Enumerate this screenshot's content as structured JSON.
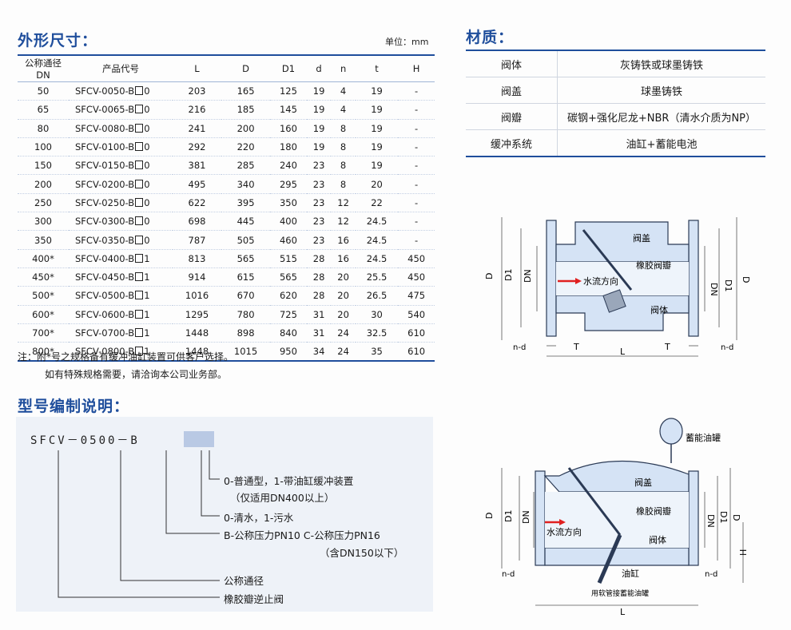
{
  "dimensions": {
    "title": "外形尺寸：",
    "unit": "单位：mm",
    "headers": [
      "公称通径DN",
      "产品代号",
      "L",
      "D",
      "D1",
      "d",
      "n",
      "t",
      "H"
    ],
    "rows": [
      {
        "dn": "50",
        "code_prefix": "SFCV-0050-B",
        "code_suffix": "0",
        "L": "203",
        "D": "165",
        "D1": "125",
        "d": "19",
        "n": "4",
        "t": "19",
        "H": "-"
      },
      {
        "dn": "65",
        "code_prefix": "SFCV-0065-B",
        "code_suffix": "0",
        "L": "216",
        "D": "185",
        "D1": "145",
        "d": "19",
        "n": "4",
        "t": "19",
        "H": "-"
      },
      {
        "dn": "80",
        "code_prefix": "SFCV-0080-B",
        "code_suffix": "0",
        "L": "241",
        "D": "200",
        "D1": "160",
        "d": "19",
        "n": "8",
        "t": "19",
        "H": "-"
      },
      {
        "dn": "100",
        "code_prefix": "SFCV-0100-B",
        "code_suffix": "0",
        "L": "292",
        "D": "220",
        "D1": "180",
        "d": "19",
        "n": "8",
        "t": "19",
        "H": "-"
      },
      {
        "dn": "150",
        "code_prefix": "SFCV-0150-B",
        "code_suffix": "0",
        "L": "381",
        "D": "285",
        "D1": "240",
        "d": "23",
        "n": "8",
        "t": "19",
        "H": "-"
      },
      {
        "dn": "200",
        "code_prefix": "SFCV-0200-B",
        "code_suffix": "0",
        "L": "495",
        "D": "340",
        "D1": "295",
        "d": "23",
        "n": "8",
        "t": "20",
        "H": "-"
      },
      {
        "dn": "250",
        "code_prefix": "SFCV-0250-B",
        "code_suffix": "0",
        "L": "622",
        "D": "395",
        "D1": "350",
        "d": "23",
        "n": "12",
        "t": "22",
        "H": "-"
      },
      {
        "dn": "300",
        "code_prefix": "SFCV-0300-B",
        "code_suffix": "0",
        "L": "698",
        "D": "445",
        "D1": "400",
        "d": "23",
        "n": "12",
        "t": "24.5",
        "H": "-"
      },
      {
        "dn": "350",
        "code_prefix": "SFCV-0350-B",
        "code_suffix": "0",
        "L": "787",
        "D": "505",
        "D1": "460",
        "d": "23",
        "n": "16",
        "t": "24.5",
        "H": "-"
      },
      {
        "dn": "400*",
        "code_prefix": "SFCV-0400-B",
        "code_suffix": "1",
        "L": "813",
        "D": "565",
        "D1": "515",
        "d": "28",
        "n": "16",
        "t": "24.5",
        "H": "450"
      },
      {
        "dn": "450*",
        "code_prefix": "SFCV-0450-B",
        "code_suffix": "1",
        "L": "914",
        "D": "615",
        "D1": "565",
        "d": "28",
        "n": "20",
        "t": "25.5",
        "H": "450"
      },
      {
        "dn": "500*",
        "code_prefix": "SFCV-0500-B",
        "code_suffix": "1",
        "L": "1016",
        "D": "670",
        "D1": "620",
        "d": "28",
        "n": "20",
        "t": "26.5",
        "H": "475"
      },
      {
        "dn": "600*",
        "code_prefix": "SFCV-0600-B",
        "code_suffix": "1",
        "L": "1295",
        "D": "780",
        "D1": "725",
        "d": "31",
        "n": "20",
        "t": "30",
        "H": "540"
      },
      {
        "dn": "700*",
        "code_prefix": "SFCV-0700-B",
        "code_suffix": "1",
        "L": "1448",
        "D": "898",
        "D1": "840",
        "d": "31",
        "n": "24",
        "t": "32.5",
        "H": "610"
      },
      {
        "dn": "800*",
        "code_prefix": "SFCV-0800-B",
        "code_suffix": "1",
        "L": "1448",
        "D": "1015",
        "D1": "950",
        "d": "34",
        "n": "24",
        "t": "35",
        "H": "610"
      }
    ],
    "note_line1": "注：附*号之规格备有缓冲油缸装置可供客户选择。",
    "note_line2": "如有特殊规格需要，请洽询本公司业务部。"
  },
  "materials": {
    "title": "材质：",
    "rows": [
      {
        "part": "阀体",
        "material": "灰铸铁或球墨铸铁"
      },
      {
        "part": "阀盖",
        "material": "球墨铸铁"
      },
      {
        "part": "阀瓣",
        "material": "碳钢+强化尼龙+NBR（清水介质为NP）"
      },
      {
        "part": "缓冲系统",
        "material": "油缸+蓄能电池"
      }
    ]
  },
  "model": {
    "title": "型号编制说明：",
    "code": "SFCV－0500－B",
    "legend": {
      "line1": "0-普通型，1-带油缸缓冲装置",
      "line2": "（仅适用DN400以上）",
      "line3": "0-清水，1-污水",
      "line4": "B-公称压力PN10  C-公称压力PN16",
      "line5": "（含DN150以下）",
      "line6": "公称通径",
      "line7": "橡胶瓣逆止阀"
    }
  },
  "drawing1": {
    "cover": "阀盖",
    "disc": "橡胶阀瓣",
    "flow": "水流方向",
    "body": "阀体",
    "D": "D",
    "D1": "D1",
    "DN": "DN",
    "L": "L",
    "T": "T",
    "nd": "n-d"
  },
  "drawing2": {
    "tank": "蓄能油罐",
    "cover": "阀盖",
    "disc": "橡胶阀瓣",
    "flow": "水流方向",
    "body": "阀体",
    "cylinder": "油缸",
    "hose": "用软管接蓄能油罐",
    "D": "D",
    "D1": "D1",
    "DN": "DN",
    "L": "L",
    "H": "H",
    "nd": "n-d"
  }
}
